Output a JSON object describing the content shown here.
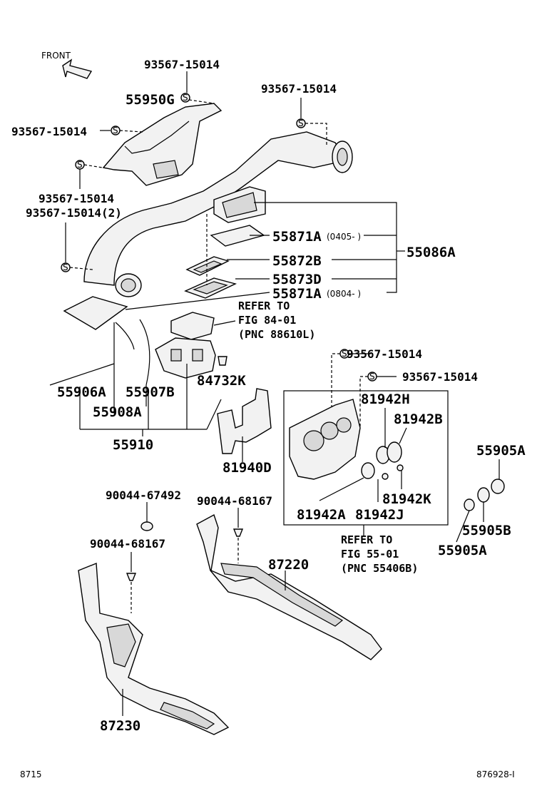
{
  "front_label": "FRONT",
  "labels": {
    "s93567_a": "93567-15014",
    "s93567_b": "93567-15014",
    "s93567_c": "93567-15014",
    "s93567_d": "93567-15014",
    "s93567_e2": "93567-15014(2)",
    "s93567_f": "93567-15014",
    "s93567_g": "93567-15014",
    "p55950G": "55950G",
    "p55871A_1": "55871A",
    "p55871A_1_note": "(0405-      )",
    "p55872B": "55872B",
    "p55873D": "55873D",
    "p55871A_2": "55871A",
    "p55871A_2_note": "(0804-      )",
    "p55086A": "55086A",
    "refer1_a": "REFER TO",
    "refer1_b": "FIG 84-01",
    "refer1_c": "(PNC 88610L)",
    "p55906A": "55906A",
    "p55907B": "55907B",
    "p84732K": "84732K",
    "p55908A": "55908A",
    "p55910": "55910",
    "p81940D": "81940D",
    "p81942H": "81942H",
    "p81942B": "81942B",
    "p81942K": "81942K",
    "p81942A": "81942A",
    "p81942J": "81942J",
    "p55905A_1": "55905A",
    "p55905B": "55905B",
    "p55905A_2": "55905A",
    "refer2_a": "REFER TO",
    "refer2_b": "FIG 55-01",
    "refer2_c": "(PNC 55406B)",
    "p90044_67492": "90044-67492",
    "p90044_68167_a": "90044-68167",
    "p90044_68167_b": "90044-68167",
    "p87220": "87220",
    "p87230": "87230",
    "footer_left": "8715",
    "footer_right": "876928-I"
  }
}
